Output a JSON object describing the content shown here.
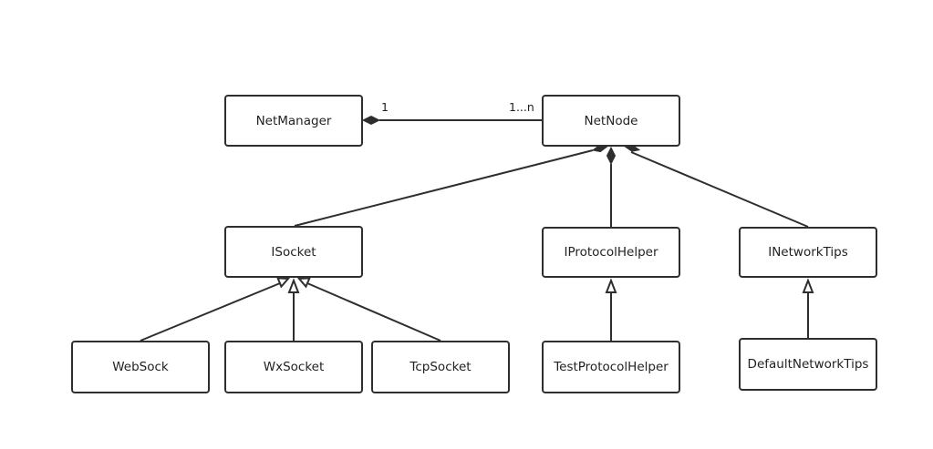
{
  "classes": {
    "netmanager": "NetManager",
    "netnode": "NetNode",
    "isocket": "ISocket",
    "iprotocolhelper": "IProtocolHelper",
    "inetworktips": "INetworkTips",
    "websock": "WebSock",
    "wxsocket": "WxSocket",
    "tcpsocket": "TcpSocket",
    "testprotocolhelper": "TestProtocolHelper",
    "defaultnetworktips": "DefaultNetworkTips"
  },
  "relations": {
    "manager_node": {
      "type": "composition",
      "from": "NetManager",
      "to": "NetNode",
      "multiplicity_from": "1",
      "multiplicity_to": "1...n"
    },
    "node_parts": {
      "type": "composition",
      "whole": "NetNode",
      "parts": [
        "ISocket",
        "IProtocolHelper",
        "INetworkTips"
      ]
    },
    "realizations": [
      {
        "interface": "ISocket",
        "implementations": [
          "WebSock",
          "WxSocket",
          "TcpSocket"
        ]
      },
      {
        "interface": "IProtocolHelper",
        "implementations": [
          "TestProtocolHelper"
        ]
      },
      {
        "interface": "INetworkTips",
        "implementations": [
          "DefaultNetworkTips"
        ]
      }
    ]
  }
}
